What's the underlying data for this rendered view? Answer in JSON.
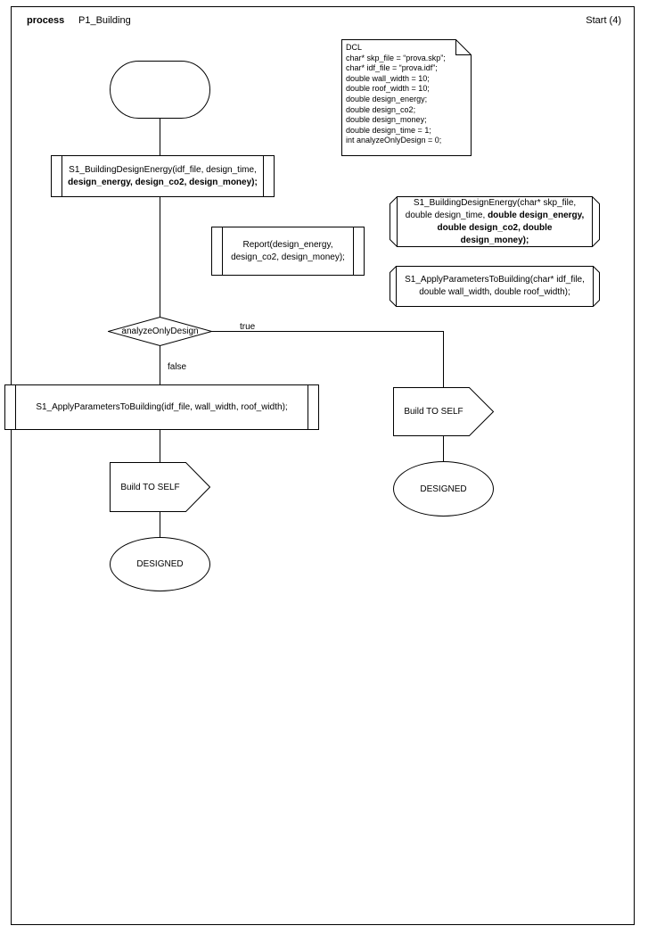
{
  "header": {
    "process_label": "process",
    "process_name": "P1_Building",
    "start_label": "Start (4)"
  },
  "note": {
    "title": "DCL",
    "lines": [
      "DCL",
      "char* skp_file = “prova.skp”;",
      "char* idf_file = “prova.idf”;",
      "double wall_width = 10;",
      "double roof_width = 10;",
      "double design_energy;",
      "double design_co2;",
      "double design_money;",
      "double design_time = 1;",
      "int analyzeOnlyDesign = 0;"
    ],
    "text": "DCL\nchar* skp_file = “prova.skp”;\nchar* idf_file = “prova.idf”;\ndouble wall_width = 10;\ndouble roof_width = 10;\ndouble design_energy;\ndouble design_co2;\ndouble design_money;\ndouble design_time = 1;\nint analyzeOnlyDesign = 0;"
  },
  "nodes": {
    "start": {
      "type": "terminator",
      "label": ""
    },
    "call_design_energy": {
      "type": "subroutine",
      "line1": "S1_BuildingDesignEnergy(idf_file, design_time,",
      "line2": "design_energy, design_co2, design_money);"
    },
    "report": {
      "type": "subroutine",
      "line1": "Report(design_energy,",
      "line2": "design_co2, design_money);"
    },
    "decision": {
      "type": "decision",
      "label": "analyzeOnlyDesign",
      "true_label": "true",
      "false_label": "false"
    },
    "call_apply_params": {
      "type": "subroutine",
      "line1": "S1_ApplyParametersToBuilding(idf_file, wall_width, roof_width);"
    },
    "build_self_false": {
      "type": "pentagon",
      "label": "Build TO SELF"
    },
    "designed_false": {
      "type": "terminator",
      "label": "DESIGNED"
    },
    "build_self_true": {
      "type": "pentagon",
      "label": "Build TO SELF"
    },
    "designed_true": {
      "type": "terminator",
      "label": "DESIGNED"
    }
  },
  "signatures": {
    "design_energy": {
      "line1": "S1_BuildingDesignEnergy(char* skp_file,",
      "line2_plain": "double design_time, ",
      "line2_bold": "double design_energy,",
      "line3_bold": "double design_co2, double design_money);"
    },
    "apply_params": {
      "line1": "S1_ApplyParametersToBuilding(char* idf_file,",
      "line2": "double wall_width, double roof_width);"
    }
  },
  "colors": {
    "stroke": "#000000",
    "fill": "#ffffff",
    "text": "#000000"
  }
}
